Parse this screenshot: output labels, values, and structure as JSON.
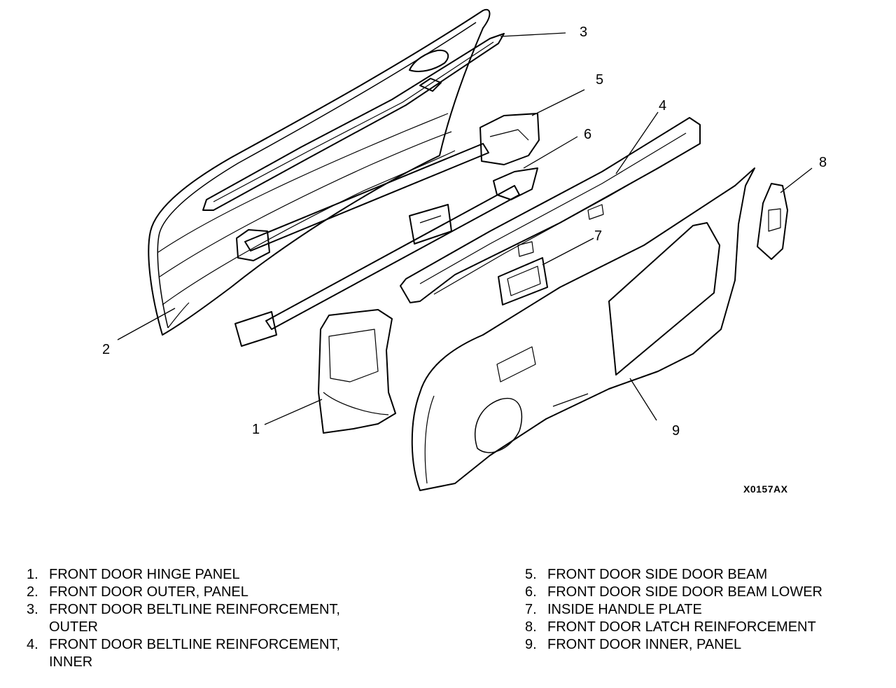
{
  "figure_code": "X0157AX",
  "callouts": [
    "1",
    "2",
    "3",
    "4",
    "5",
    "6",
    "7",
    "8",
    "9"
  ],
  "legend_left": [
    {
      "num": "1.",
      "text": "FRONT DOOR HINGE PANEL"
    },
    {
      "num": "2.",
      "text": "FRONT DOOR OUTER, PANEL"
    },
    {
      "num": "3.",
      "text": "FRONT DOOR BELTLINE REINFORCEMENT,\nOUTER"
    },
    {
      "num": "4.",
      "text": "FRONT DOOR BELTLINE REINFORCEMENT,\nINNER"
    }
  ],
  "legend_right": [
    {
      "num": "5.",
      "text": "FRONT DOOR SIDE DOOR BEAM"
    },
    {
      "num": "6.",
      "text": "FRONT DOOR SIDE DOOR BEAM LOWER"
    },
    {
      "num": "7.",
      "text": "INSIDE HANDLE PLATE"
    },
    {
      "num": "8.",
      "text": "FRONT DOOR LATCH REINFORCEMENT"
    },
    {
      "num": "9.",
      "text": "FRONT DOOR INNER, PANEL"
    }
  ]
}
